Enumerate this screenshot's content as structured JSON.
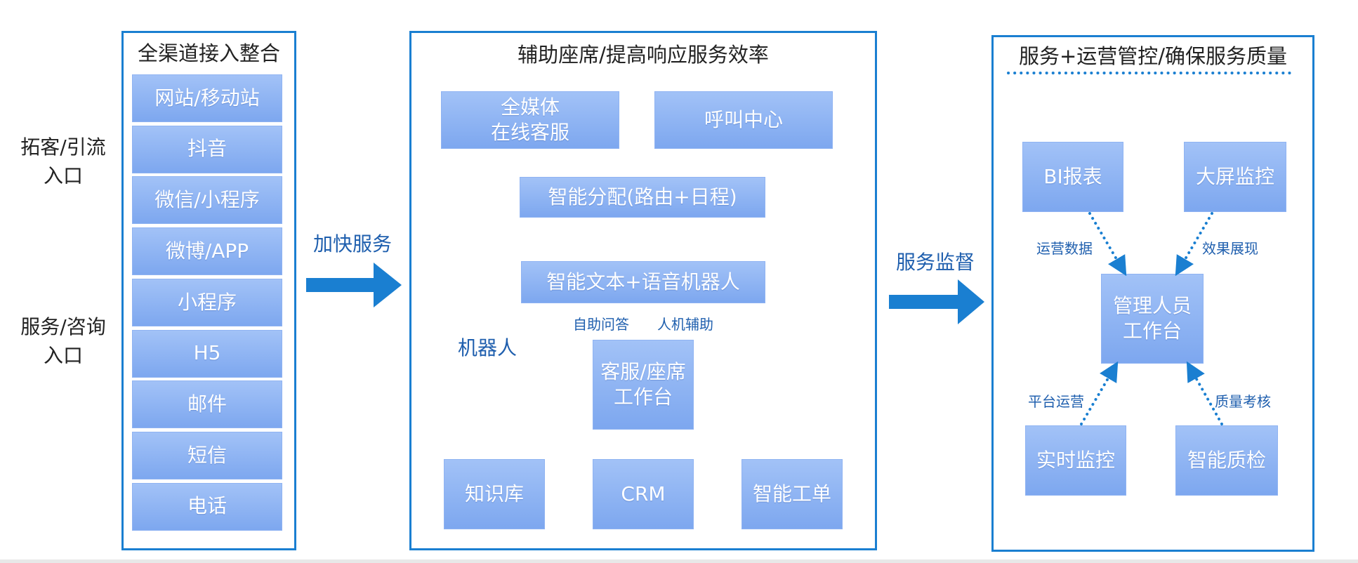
{
  "colors": {
    "panel_border": "#1a7fd1",
    "arrow": "#1a7fd1",
    "box_gradient_top": "#a2c2f7",
    "box_gradient_bottom": "#7da7ef",
    "label_blue": "#1f5fae"
  },
  "left_labels": {
    "acquire": "拓客/引流\n入口",
    "service": "服务/咨询\n入口"
  },
  "panel1": {
    "title": "全渠道接入整合",
    "channels": [
      "网站/移动站",
      "抖音",
      "微信/小程序",
      "微博/APP",
      "小程序",
      "H5",
      "邮件",
      "短信",
      "电话"
    ]
  },
  "arrow1": {
    "label": "加快服务"
  },
  "panel2": {
    "title": "辅助座席/提高响应服务效率",
    "omni_media": "全媒体\n在线客服",
    "call_center": "呼叫中心",
    "smart_routing": "智能分配(路由+日程)",
    "robot_box": "智能文本+语音机器人",
    "self_qa": "自助问答",
    "human_assist": "人机辅助",
    "robot_label": "机器人",
    "agent_workbench": "客服/座席\n工作台",
    "knowledge_base": "知识库",
    "crm": "CRM",
    "smart_ticket": "智能工单"
  },
  "arrow2": {
    "label": "服务监督"
  },
  "panel3": {
    "title": "服务+运营管控/确保服务质量",
    "bi_report": "BI报表",
    "big_screen": "大屏监控",
    "ops_data": "运营数据",
    "effect_display": "效果展现",
    "manager_workbench": "管理人员\n工作台",
    "platform_ops": "平台运营",
    "quality_assess": "质量考核",
    "realtime_monitor": "实时监控",
    "smart_qc": "智能质检"
  }
}
